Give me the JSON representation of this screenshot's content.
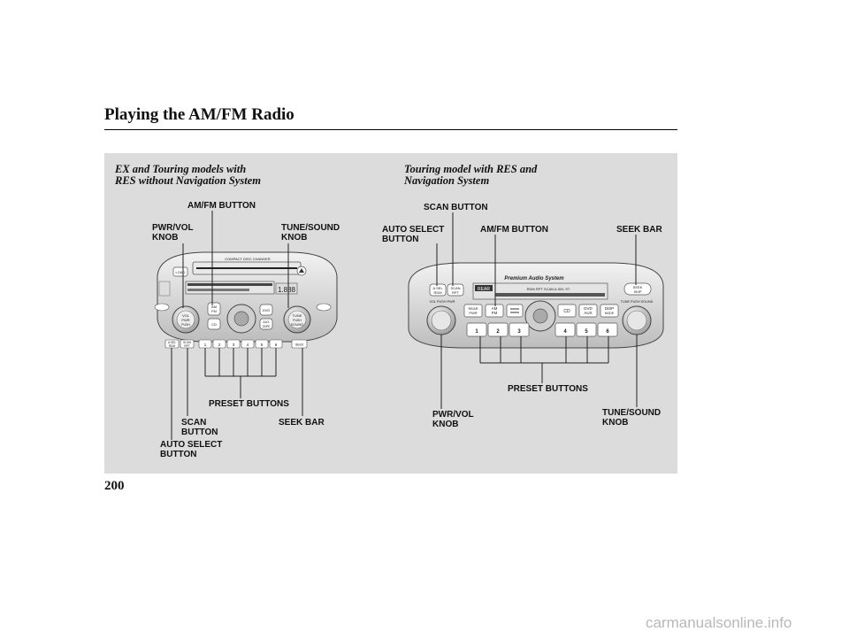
{
  "page": {
    "title": "Playing the AM/FM Radio",
    "page_number": "200",
    "watermark": "carmanualsonline.info"
  },
  "left_section": {
    "heading": [
      "EX and Touring models with",
      "RES without Navigation System"
    ],
    "labels": {
      "am_fm": "AM/FM BUTTON",
      "pwr_vol": [
        "PWR/VOL",
        "KNOB"
      ],
      "tune_sound": [
        "TUNE/SOUND",
        "KNOB"
      ],
      "preset": "PRESET BUTTONS",
      "scan": [
        "SCAN",
        "BUTTON"
      ],
      "seek_bar": "SEEK BAR",
      "auto_select": [
        "AUTO SELECT",
        "BUTTON"
      ]
    }
  },
  "right_section": {
    "heading": [
      "Touring model with RES and",
      "Navigation System"
    ],
    "labels": {
      "scan": "SCAN BUTTON",
      "auto_select": [
        "AUTO SELECT",
        "BUTTON"
      ],
      "am_fm": "AM/FM BUTTON",
      "seek_bar": "SEEK BAR",
      "preset": "PRESET BUTTONS",
      "pwr_vol": [
        "PWR/VOL",
        "KNOB"
      ],
      "tune_sound": [
        "TUNE/SOUND",
        "KNOB"
      ]
    }
  },
  "left_unit": {
    "changer_text": "COMPACT DISC CHANGER",
    "load": "LOAD",
    "knob_left": [
      "VOL",
      "PWR",
      "PUSH"
    ],
    "knob_right": [
      "TUNE",
      "PUSH",
      "SOUND"
    ],
    "am_fm": [
      "AM",
      "FM"
    ],
    "cd": "CD",
    "dvd": "DVD",
    "aux": [
      "AUX",
      "TAPE"
    ],
    "asel": [
      "A.SEL",
      "RDM"
    ],
    "scan": [
      "SCAN",
      "RPT"
    ],
    "presets": [
      "1",
      "2",
      "3",
      "4",
      "5",
      "6"
    ],
    "seek": "SEEK",
    "display": "1.888"
  },
  "right_unit": {
    "brand": "Premium Audio System",
    "asel": [
      "A.SEL",
      "RDM"
    ],
    "scan": [
      "SCAN",
      "RPT"
    ],
    "vol_label": "VOL PUSH PWR",
    "tune_label": "TUNE PUSH SOUND",
    "rear": [
      "REAR",
      "PWR"
    ],
    "am_fm": [
      "AM",
      "FM"
    ],
    "cd": "CD",
    "dvd_aux": [
      "DVD",
      "AUX"
    ],
    "disp": [
      "DISP",
      "MODE"
    ],
    "presets": [
      "1",
      "2",
      "3",
      "4",
      "5",
      "6"
    ],
    "seek": [
      "SEEK",
      "SKIP"
    ],
    "display_text": "RDM RPT SCAN A.SEL ST",
    "rear_tag": "REAR"
  }
}
